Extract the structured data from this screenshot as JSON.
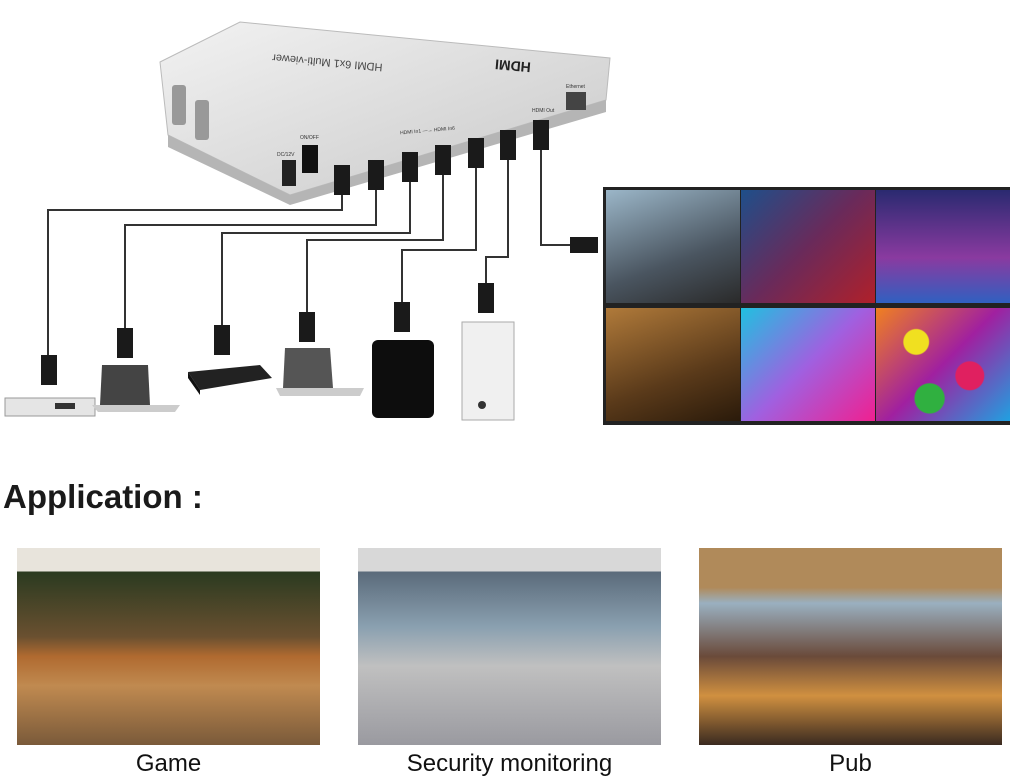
{
  "device": {
    "title": "HDMI 6x1 Multi-viewer",
    "logo": "HDMI",
    "power_label": "DC/12V",
    "switch_label": "ON/OFF",
    "inputs_label": "HDMI In1 —→ HDMI In6",
    "output_label": "HDMI Out",
    "ethernet_label": "Ethernet"
  },
  "sources": [
    "dvd-player",
    "laptop",
    "set-top-box",
    "laptop",
    "game-console",
    "desktop-pc"
  ],
  "display": {
    "tiles": [
      "game-scene-robot",
      "game-scene-car",
      "city-scene",
      "steampunk-scene",
      "color-swirl",
      "colored-balls"
    ]
  },
  "application": {
    "title": "Application :",
    "items": [
      {
        "caption": "Game"
      },
      {
        "caption": "Security monitoring"
      },
      {
        "caption": "Pub"
      }
    ]
  }
}
